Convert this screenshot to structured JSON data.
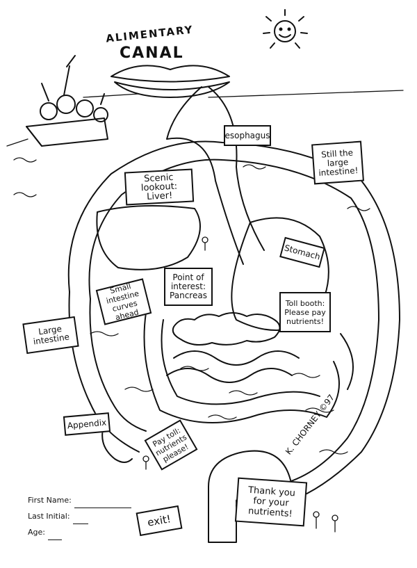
{
  "title": {
    "line1": "ALIMENTARY",
    "line2": "CANAL"
  },
  "signs": {
    "esophagus": "esophagus",
    "still_large_intestine": "Still the large intestine!",
    "liver": "Scenic lookout: Liver!",
    "stomach": "Stomach",
    "pancreas": "Point of interest: Pancreas",
    "small_intestine": "Small intestine curves ahead",
    "toll_booth": "Toll booth: Please pay nutrients!",
    "large_intestine": "Large intestine",
    "appendix": "Appendix",
    "pay_toll": "Pay toll: nutrients please!",
    "thank_you": "Thank you for your nutrients!",
    "exit": "exit!"
  },
  "form": {
    "first_name_label": "First Name:",
    "first_name_value": "",
    "last_initial_label": "Last Initial:",
    "last_initial_value": "",
    "age_label": "Age:",
    "age_value": ""
  },
  "signature": "K. CHORNEY ©97"
}
